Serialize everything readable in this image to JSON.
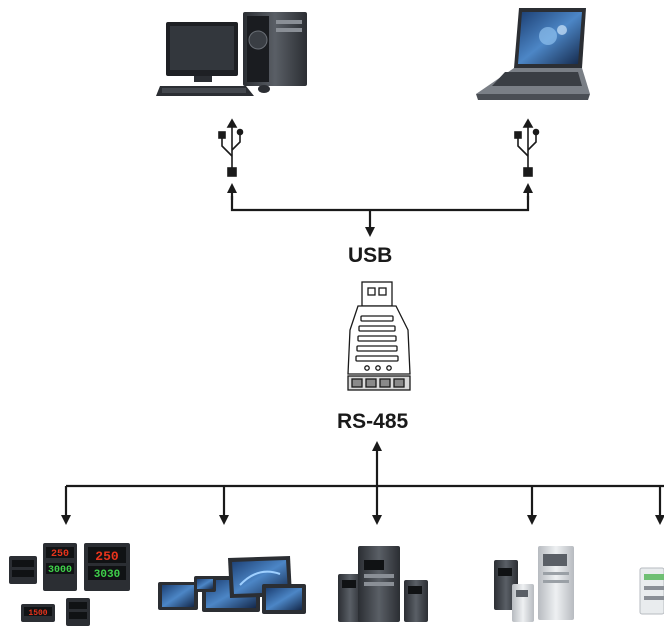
{
  "labels": {
    "usb": "USB",
    "rs485": "RS-485"
  },
  "colors": {
    "line": "#1a1a1a",
    "screen_blue": "#2b5e9c",
    "display_red": "#e8341c",
    "display_green": "#3fd14a",
    "device_gray": "#5a5f66",
    "device_dark": "#2b2e33"
  },
  "icons": {
    "host_left": "desktop-computer-icon",
    "host_right": "laptop-icon",
    "connector": "usb-symbol-icon",
    "converter": "usb-to-rs485-converter-icon",
    "devices": [
      "temperature-controller-icon",
      "touch-panel-hmi-icon",
      "servo-drive-icon",
      "frequency-inverter-icon",
      "io-module-icon"
    ]
  },
  "controller_readouts": [
    "250",
    "3000",
    "250",
    "3030",
    "1500"
  ]
}
